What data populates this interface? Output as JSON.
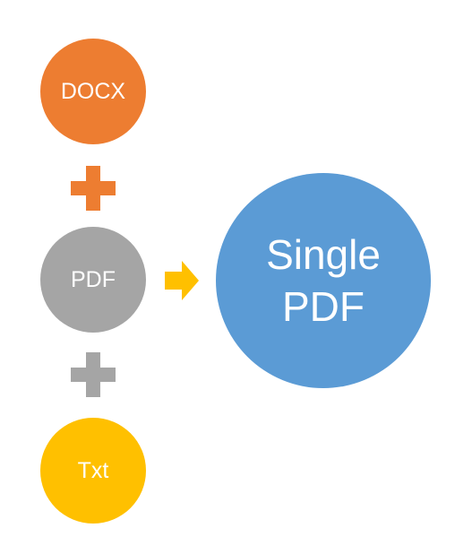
{
  "nodes": {
    "docx": {
      "label": "DOCX",
      "color": "#ED7D31"
    },
    "pdf": {
      "label": "PDF",
      "color": "#A5A5A5"
    },
    "txt": {
      "label": "Txt",
      "color": "#FFC000"
    },
    "result": {
      "line1": "Single",
      "line2": "PDF",
      "color": "#5B9BD5"
    }
  },
  "connectors": {
    "plus_top_color": "#ED7D31",
    "plus_bottom_color": "#A5A5A5",
    "arrow_color": "#FFC000"
  }
}
